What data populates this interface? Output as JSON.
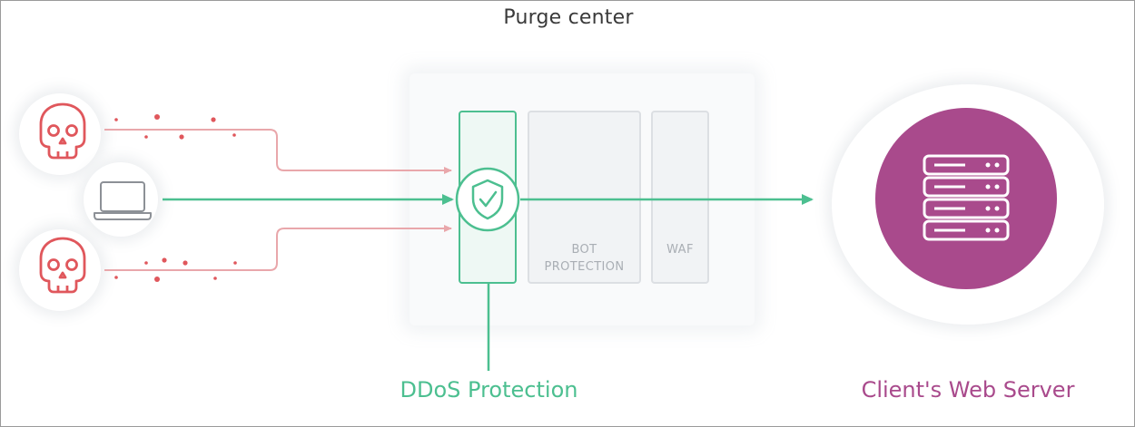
{
  "title": "Purge center",
  "modules": {
    "ddos_label": "DDoS Protection",
    "bot_label_line1": "BOT",
    "bot_label_line2": "PROTECTION",
    "waf_label": "WAF"
  },
  "server_label": "Client's Web Server",
  "icons": {
    "attacker": "skull-icon",
    "client": "laptop-icon",
    "shield": "shield-check-icon",
    "server": "server-icon"
  },
  "colors": {
    "legit": "#4cbf90",
    "malicious": "#e0575c",
    "malicious_line": "#e9a7ab",
    "server": "#a94a8c",
    "module_text": "#a9aeb4",
    "title": "#3a3a3a"
  }
}
